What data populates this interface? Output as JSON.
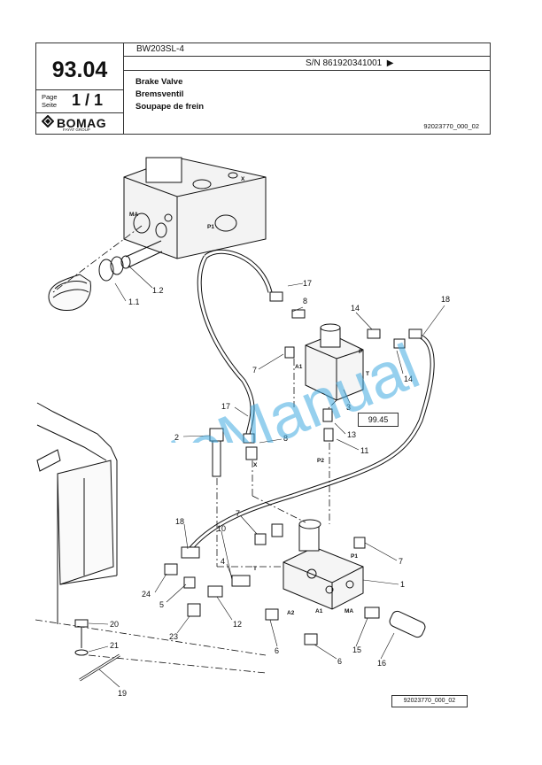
{
  "header": {
    "model": "BW203SL-4",
    "serial": "S/N 861920341001",
    "serial_arrow": "▶",
    "page_section": "93.04",
    "page_label_en": "Page",
    "page_label_de": "Seite",
    "page_value": "1 / 1",
    "title_en": "Brake Valve",
    "title_de": "Bremsventil",
    "title_fr": "Soupape de frein",
    "drawing_number": "92023770_000_02",
    "logo_text": "BOMAG",
    "logo_sub": "FAYAT GROUP"
  },
  "watermark": "AutoManual",
  "cross_reference": "99.45",
  "drawing_ref_box": "92023770_000_02",
  "callouts": {
    "c1": "1",
    "c1_1": "1.1",
    "c1_2": "1.2",
    "c2": "2",
    "c3": "3",
    "c4": "4",
    "c5": "5",
    "c6a": "6",
    "c6b": "6",
    "c7a": "7",
    "c7b": "7",
    "c7c": "7",
    "c8a": "8",
    "c8b": "8",
    "c10": "10",
    "c11": "11",
    "c12": "12",
    "c13": "13",
    "c14a": "14",
    "c14b": "14",
    "c15": "15",
    "c16": "16",
    "c17a": "17",
    "c17b": "17",
    "c18a": "18",
    "c18b": "18",
    "c19": "19",
    "c20": "20",
    "c21": "21",
    "c23": "23",
    "c24": "24"
  },
  "port_labels": {
    "ma_top": "MA",
    "p1_top": "P1",
    "x_top": "X",
    "a1_upper": "A1",
    "p_upper": "P",
    "t_upper": "T",
    "x_lower": "X",
    "p2_lower": "P2",
    "t_lower": "T",
    "p1_lower": "P1",
    "a2": "A2",
    "a1_lower": "A1",
    "ma_lower": "MA"
  }
}
